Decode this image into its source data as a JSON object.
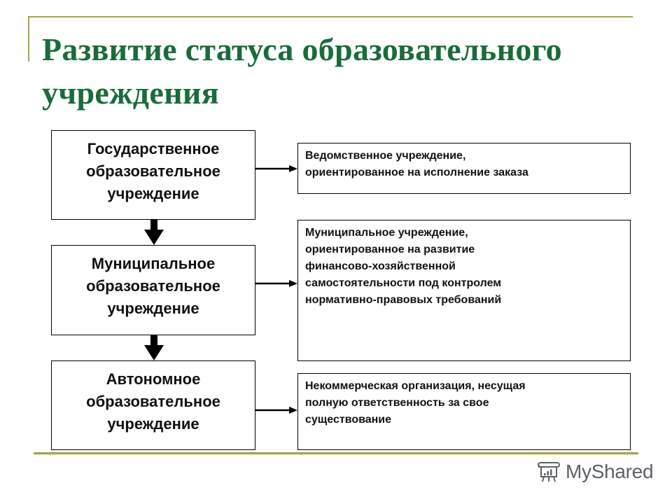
{
  "slide": {
    "title_line1": "Развитие статуса образовательного",
    "title_line2": "учреждения",
    "colors": {
      "title": "#1a6b3c",
      "rule": "#a6a44a",
      "box_border": "#000000",
      "text": "#111111"
    }
  },
  "diagram": {
    "stages": [
      {
        "lines": [
          "Государственное",
          "образовательное",
          "учреждение"
        ],
        "description_lines": [
          "Ведомственное учреждение,",
          "ориентированное на исполнение заказа"
        ]
      },
      {
        "lines": [
          "Муниципальное",
          "образовательное",
          "учреждение"
        ],
        "description_lines": [
          "Муниципальное учреждение,",
          "ориентированное на развитие",
          "финансово-хозяйственной",
          "самостоятельности под контролем",
          "нормативно-правовых требований"
        ]
      },
      {
        "lines": [
          "Автономное",
          "образовательное",
          "учреждение"
        ],
        "description_lines": [
          "Некоммерческая организация, несущая",
          "полную ответственность за свое",
          "существование"
        ]
      }
    ]
  },
  "watermark": {
    "icon": "presentation-board-icon",
    "text": "MyShared"
  }
}
